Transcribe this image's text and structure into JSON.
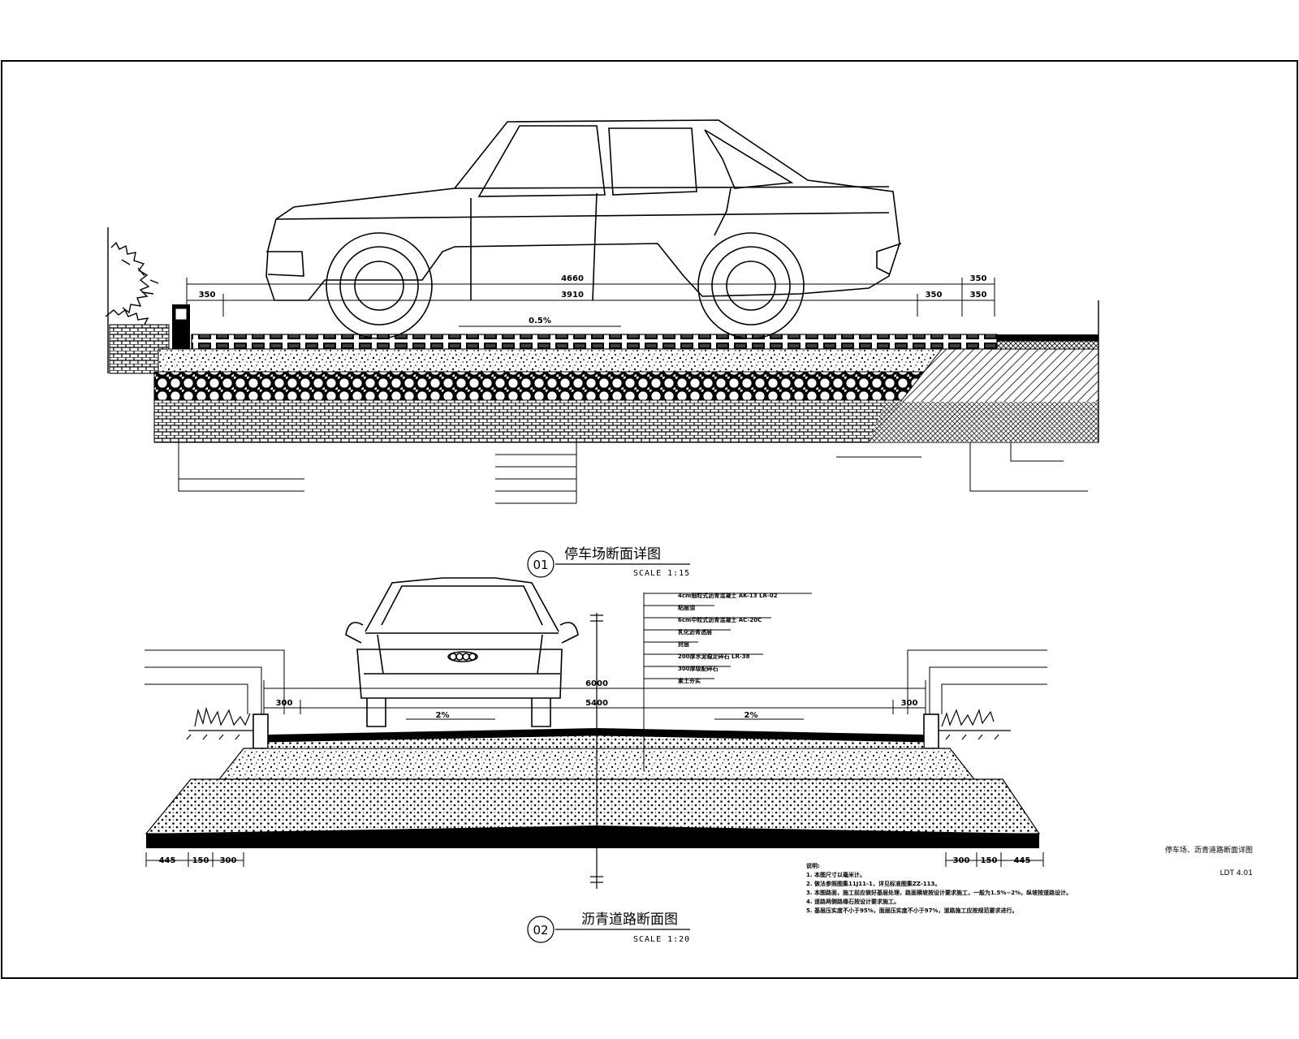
{
  "section1": {
    "number": "01",
    "title": "停车场断面详图",
    "scale": "SCALE 1:15",
    "dims": {
      "total": "4660",
      "main": "3910",
      "left": "350",
      "right_small": "350",
      "right_outer": "350",
      "right_outer2": "350",
      "slope": "0.5%"
    }
  },
  "section2": {
    "number": "02",
    "title": "沥青道路断面图",
    "scale": "SCALE 1:20",
    "dims": {
      "total": "6000",
      "inner": "5400",
      "left": "300",
      "right": "300",
      "slope_left": "2%",
      "slope_right": "2%",
      "bottom_left": [
        "445",
        "150",
        "300"
      ],
      "bottom_right": [
        "300",
        "150",
        "445"
      ]
    },
    "layers": [
      "4cm细粒式沥青混凝土 AK-13 LR-02",
      "粘层油",
      "6cm中粒式沥青混凝土 AC-20C",
      "乳化沥青透层",
      "封层",
      "200厚水泥稳定碎石 LR-38",
      "300厚级配碎石",
      "素土夯实"
    ]
  },
  "sheet": {
    "title": "停车场、沥青道路断面详图",
    "code": "LDT 4.01"
  },
  "notes": {
    "heading": "说明:",
    "items": [
      "1. 本图尺寸以毫米计。",
      "2. 做法参照图集11J11-1，详见标准图集ZZ-113。",
      "3. 本图路面，施工前应做好基层处理，路面横坡按设计要求施工，一般为1.5%~2%，纵坡按道路设计。",
      "4. 道路两侧路缘石按设计要求施工。",
      "5. 基层压实度不小于95%，面层压实度不小于97%，道路施工应按规范要求进行。"
    ]
  }
}
